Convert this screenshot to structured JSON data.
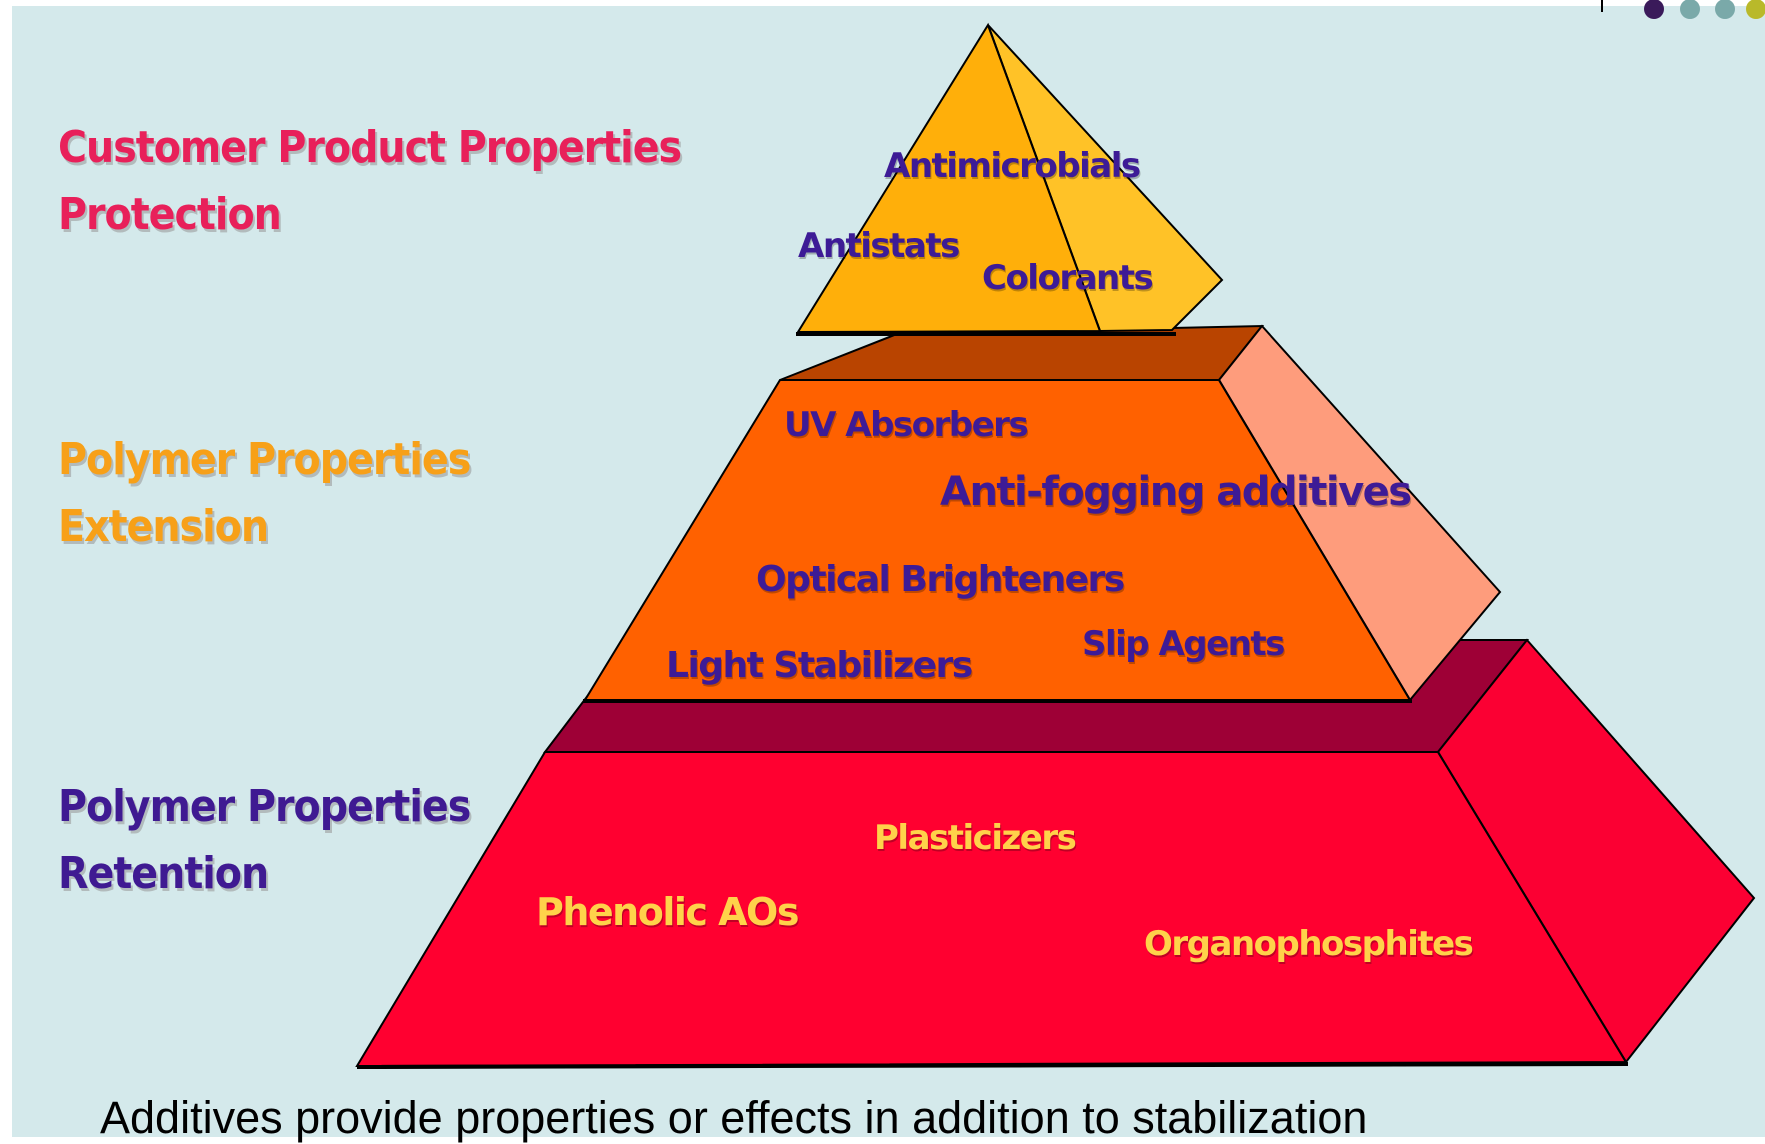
{
  "colors": {
    "background": "#d4e9eb",
    "top_front": "#ffaf0a",
    "top_side": "#ffc227",
    "middle_front": "#ff6100",
    "middle_top": "#b94400",
    "middle_side": "#fe9c7c",
    "bottom_front": "#ff0030",
    "bottom_top": "#9e0036",
    "bottom_side": "#fb0033",
    "label_top": "#e8205a",
    "label_middle": "#f7a018",
    "label_bottom": "#3f1a92",
    "item_text_upper": "#3d1b96",
    "item_text_bottom": "#ffd24a"
  },
  "tiers": [
    {
      "label_line1": "Customer Product Properties",
      "label_line2": "Protection",
      "items": [
        "Antimicrobials",
        "Antistats",
        "Colorants"
      ]
    },
    {
      "label_line1": "Polymer Properties",
      "label_line2": "Extension",
      "items": [
        "UV Absorbers",
        "Anti-fogging additives",
        "Optical Brighteners",
        "Slip Agents",
        "Light Stabilizers"
      ]
    },
    {
      "label_line1": "Polymer Properties",
      "label_line2": "Retention",
      "items": [
        "Plasticizers",
        "Phenolic AOs",
        "Organophosphites"
      ]
    }
  ],
  "caption": "Additives provide properties or effects in addition to stabilization"
}
